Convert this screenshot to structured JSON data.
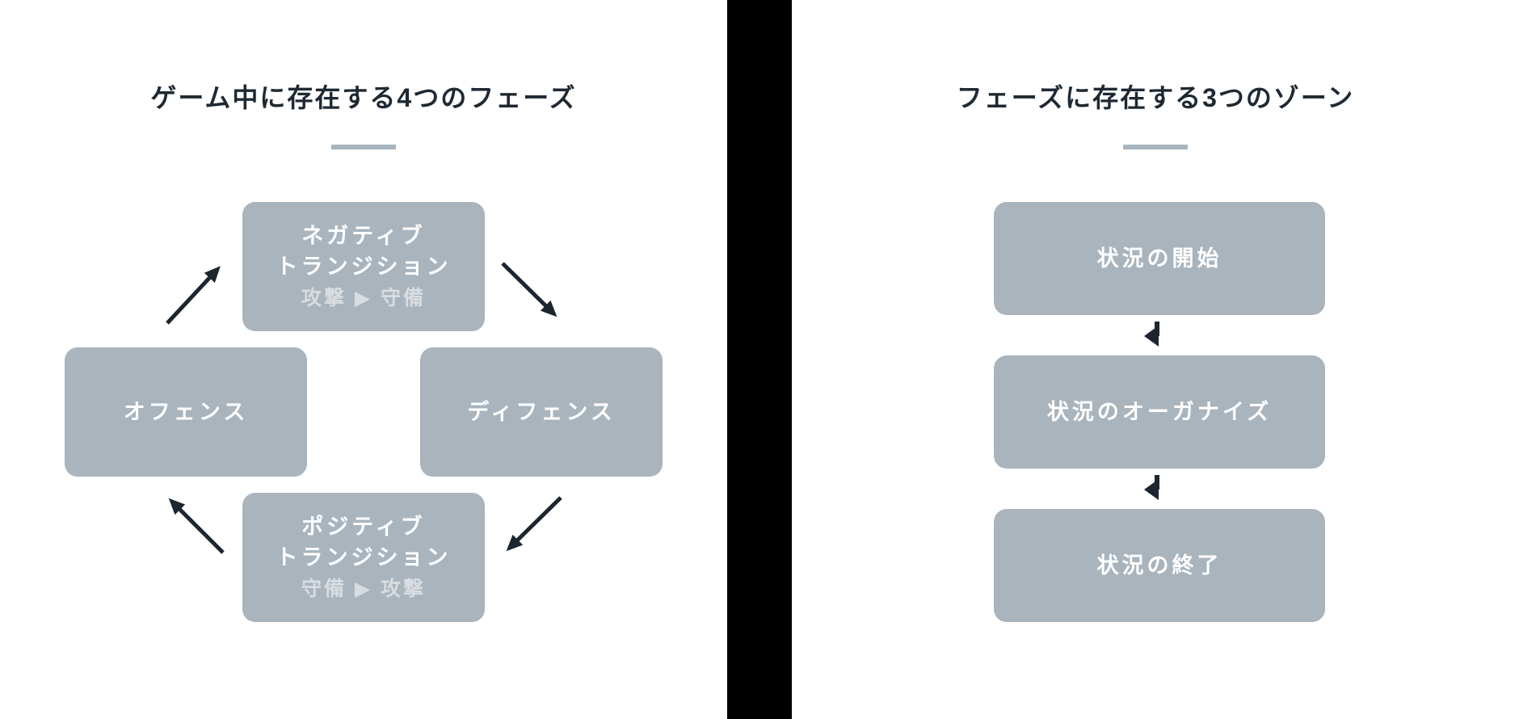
{
  "left_diagram": {
    "title": "ゲーム中に存在する4つのフェーズ",
    "boxes": {
      "negative_transition": {
        "line1": "ネガティブ",
        "line2": "トランジション",
        "subtitle": "攻撃 ▶ 守備"
      },
      "offense": {
        "label": "オフェンス"
      },
      "defense": {
        "label": "ディフェンス"
      },
      "positive_transition": {
        "line1": "ポジティブ",
        "line2": "トランジション",
        "subtitle": "守備 ▶ 攻撃"
      }
    },
    "cycle_direction": "clockwise"
  },
  "right_diagram": {
    "title": "フェーズに存在する3つのゾーン",
    "boxes": [
      {
        "label": "状況の開始"
      },
      {
        "label": "状況のオーガナイズ"
      },
      {
        "label": "状況の終了"
      }
    ]
  },
  "colors": {
    "background": "#ffffff",
    "divider": "#000000",
    "box_fill": "#a9b4bd",
    "box_text": "#ffffff",
    "box_subtext": "#d3dade",
    "title_text": "#1f2933",
    "title_accent": "#a9b4bd",
    "arrow": "#1d2630"
  }
}
